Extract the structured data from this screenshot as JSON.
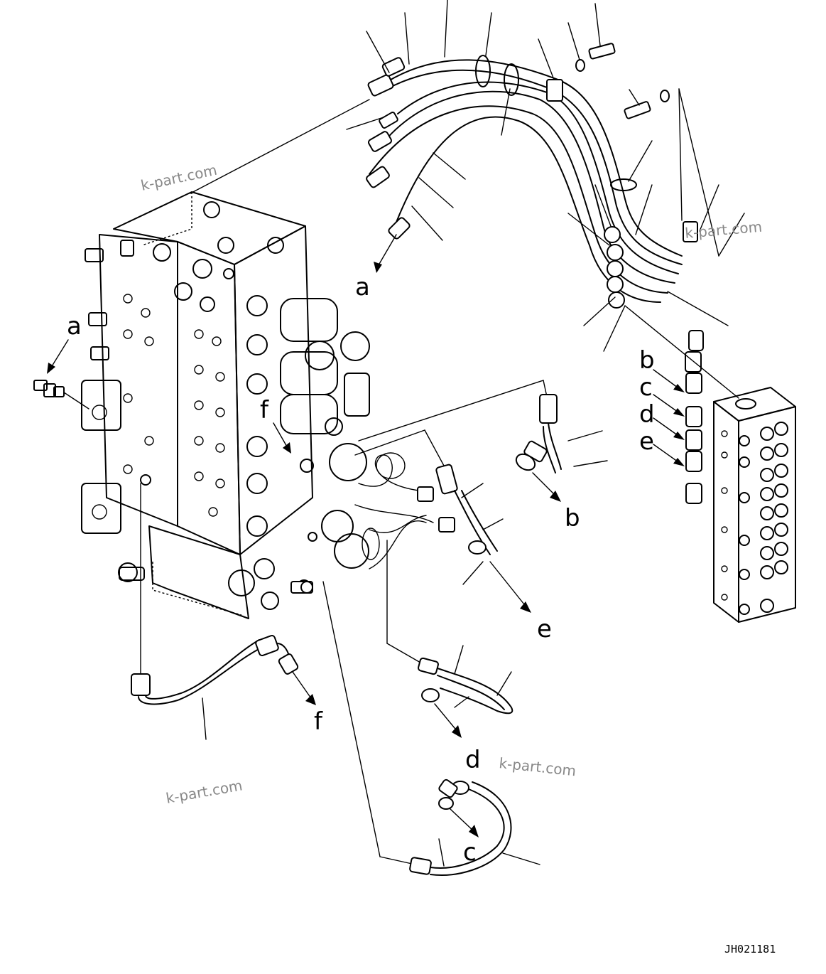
{
  "callouts": {
    "a_top": "a",
    "a_left": "a",
    "b_mid": "b",
    "b_right": "b",
    "c_bottom": "c",
    "c_right": "c",
    "d_bottom": "d",
    "d_right": "d",
    "e_mid": "e",
    "e_right": "e",
    "f_left": "f",
    "f_bottom": "f"
  },
  "watermarks": [
    "k-part.com",
    "k-part.com",
    "k-part.com",
    "k-part.com"
  ],
  "drawing_code": "JH021181"
}
